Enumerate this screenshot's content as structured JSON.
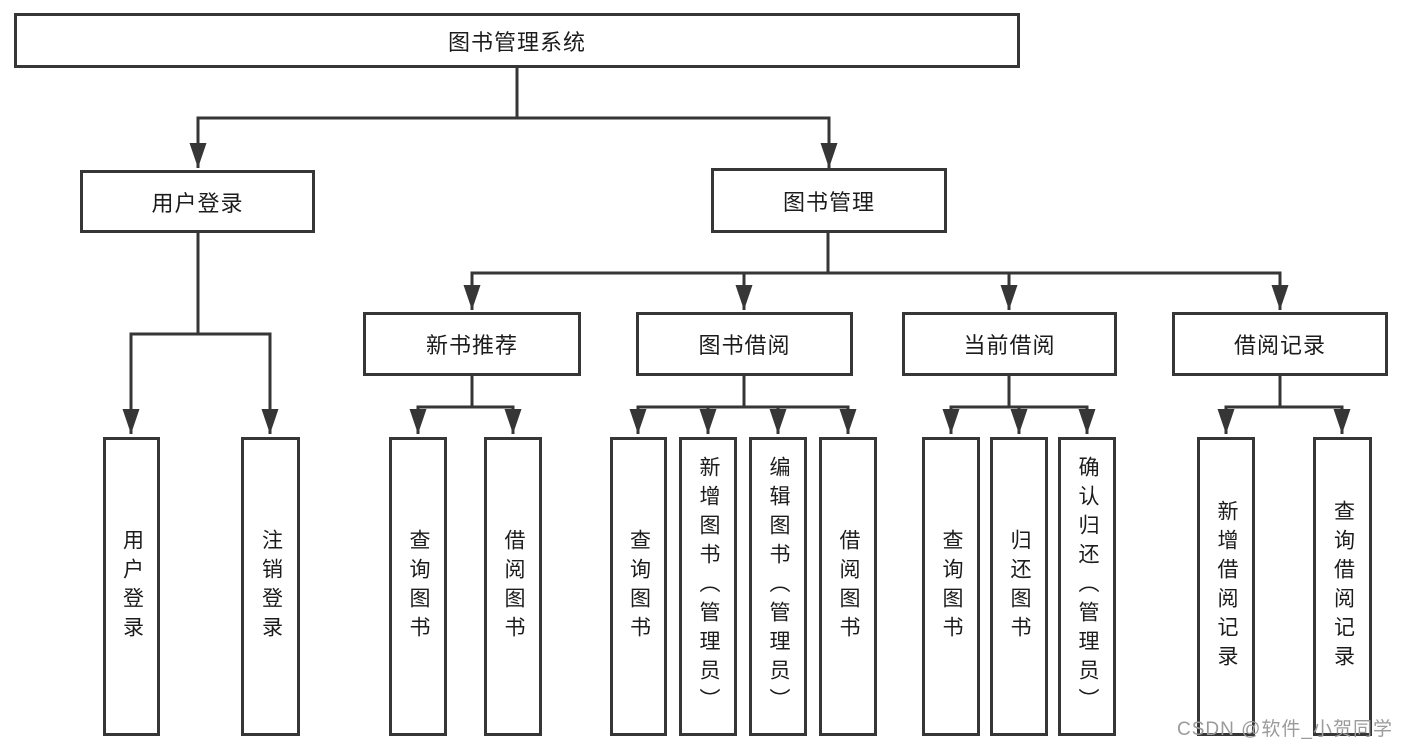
{
  "diagram": {
    "root": {
      "label": "图书管理系统"
    },
    "level2": [
      {
        "label": "用户登录"
      },
      {
        "label": "图书管理"
      }
    ],
    "level3": [
      {
        "label": "新书推荐",
        "parent": "图书管理"
      },
      {
        "label": "图书借阅",
        "parent": "图书管理"
      },
      {
        "label": "当前借阅",
        "parent": "图书管理"
      },
      {
        "label": "借阅记录",
        "parent": "图书管理"
      }
    ],
    "leaves": [
      {
        "label": "用户登录",
        "parent": "用户登录"
      },
      {
        "label": "注销登录",
        "parent": "用户登录"
      },
      {
        "label": "查询图书",
        "parent": "新书推荐"
      },
      {
        "label": "借阅图书",
        "parent": "新书推荐"
      },
      {
        "label": "查询图书",
        "parent": "图书借阅"
      },
      {
        "label": "新增图书（管理员）",
        "parent": "图书借阅"
      },
      {
        "label": "编辑图书（管理员）",
        "parent": "图书借阅"
      },
      {
        "label": "借阅图书",
        "parent": "图书借阅"
      },
      {
        "label": "查询图书",
        "parent": "当前借阅"
      },
      {
        "label": "归还图书",
        "parent": "当前借阅"
      },
      {
        "label": "确认归还（管理员）",
        "parent": "当前借阅"
      },
      {
        "label": "新增借阅记录",
        "parent": "借阅记录"
      },
      {
        "label": "查询借阅记录",
        "parent": "借阅记录"
      }
    ],
    "colors": {
      "line": "#363636",
      "box_border": "#363636",
      "text": "#1c1c1c",
      "background": "#ffffff",
      "watermark": "#9b9b9b"
    }
  },
  "watermark": {
    "text": "CSDN @软件_小贺同学"
  }
}
